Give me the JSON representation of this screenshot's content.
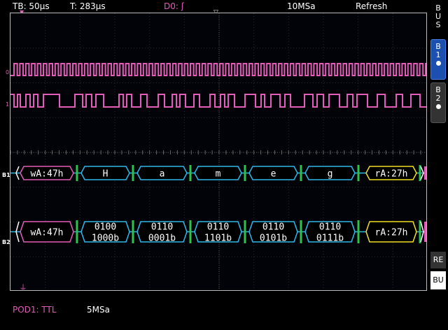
{
  "status": {
    "timebase": "TB: 50µs",
    "trigger_time": "T: 283µs",
    "trigger_source": "D0: ʃ",
    "sample_rate": "10MSa",
    "mode": "Refresh"
  },
  "channels": {
    "d0_label": "0",
    "d1_label": "1",
    "b1_label": "B1",
    "b2_label": "B2"
  },
  "bus_b1_frames": [
    {
      "text": "wA:47h",
      "kind": "address"
    },
    {
      "text": "H",
      "kind": "data"
    },
    {
      "text": "a",
      "kind": "data"
    },
    {
      "text": "m",
      "kind": "data"
    },
    {
      "text": "e",
      "kind": "data"
    },
    {
      "text": "g",
      "kind": "data"
    },
    {
      "text": "rA:27h",
      "kind": "read"
    }
  ],
  "bus_b2_frames": [
    {
      "line1": "wA:47h",
      "line2": "",
      "kind": "address"
    },
    {
      "line1": "0100",
      "line2": "1000b",
      "kind": "data"
    },
    {
      "line1": "0110",
      "line2": "0001b",
      "kind": "data"
    },
    {
      "line1": "0110",
      "line2": "1101b",
      "kind": "data"
    },
    {
      "line1": "0110",
      "line2": "0101b",
      "kind": "data"
    },
    {
      "line1": "0110",
      "line2": "0111b",
      "kind": "data"
    },
    {
      "line1": "rA:27h",
      "line2": "",
      "kind": "read"
    }
  ],
  "footer": {
    "pod": "POD1: TTL",
    "pod_sample_rate": "5MSa"
  },
  "softkeys": {
    "bus_title": "BUS",
    "b1_letter": "B",
    "b1_number": "1",
    "b2_letter": "B",
    "b2_number": "2",
    "re_label": "RE",
    "bu_label": "BU"
  },
  "colors": {
    "logic": "#e25cb8",
    "bus_data": "#2fb8e8",
    "bus_address": "#e25cb8",
    "bus_read": "#f0e020",
    "ack": "#2cc44a",
    "selected_button": "#1b4fb0"
  }
}
